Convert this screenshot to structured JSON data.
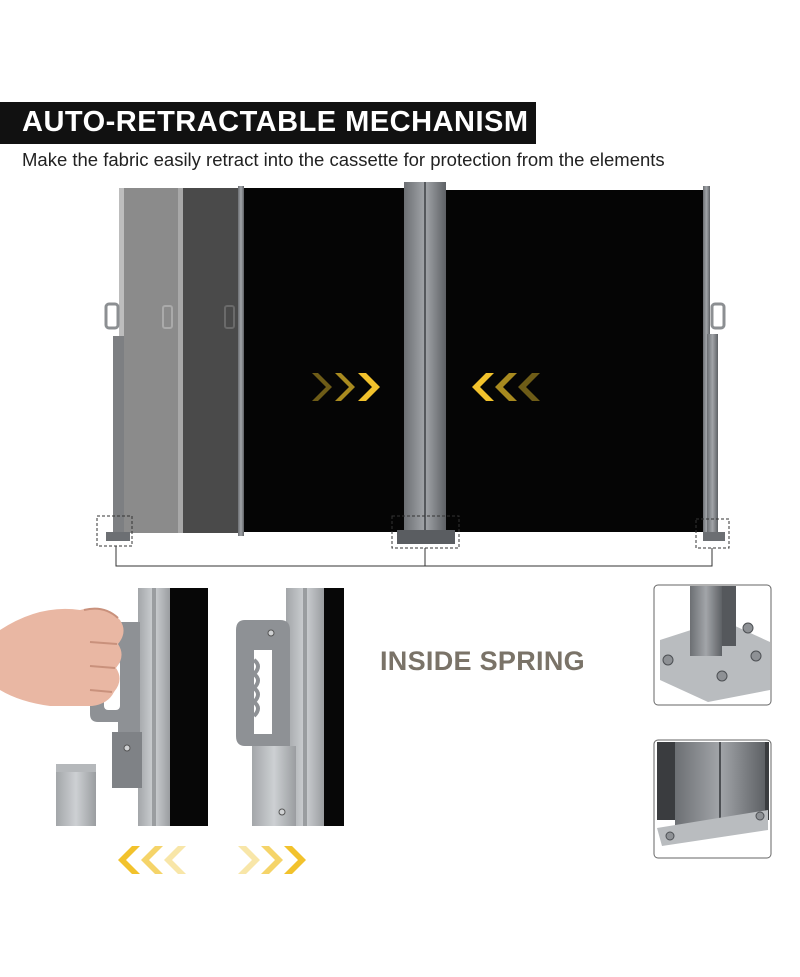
{
  "banner": {
    "title": "AUTO-RETRACTABLE MECHANISM",
    "subtitle": "Make the fabric easily retract into the cassette for protection from the elements"
  },
  "spring_label": "INSIDE SPRING",
  "colors": {
    "banner_bg": "#111111",
    "fabric": "#050505",
    "frame": "#8a8d91",
    "arrow": "#f2c22c",
    "label": "#7a7368"
  }
}
